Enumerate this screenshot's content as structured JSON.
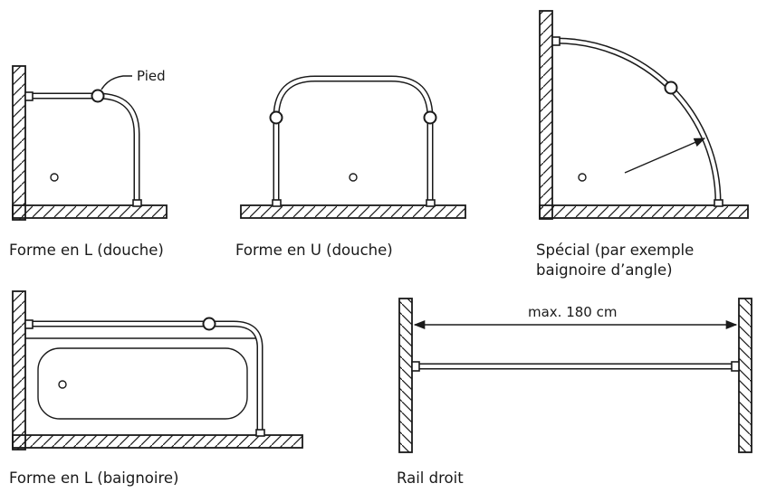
{
  "diagrams": {
    "l_shower": {
      "caption": "Forme en L (douche)",
      "callout": "Pied"
    },
    "u_shower": {
      "caption": "Forme en U (douche)"
    },
    "special": {
      "caption_line1": "Spécial (par exemple",
      "caption_line2": "baignoire d’angle)"
    },
    "l_bath": {
      "caption": "Forme en L (baignoire)"
    },
    "straight": {
      "caption": "Rail droit",
      "dimension": "max. 180 cm"
    }
  }
}
